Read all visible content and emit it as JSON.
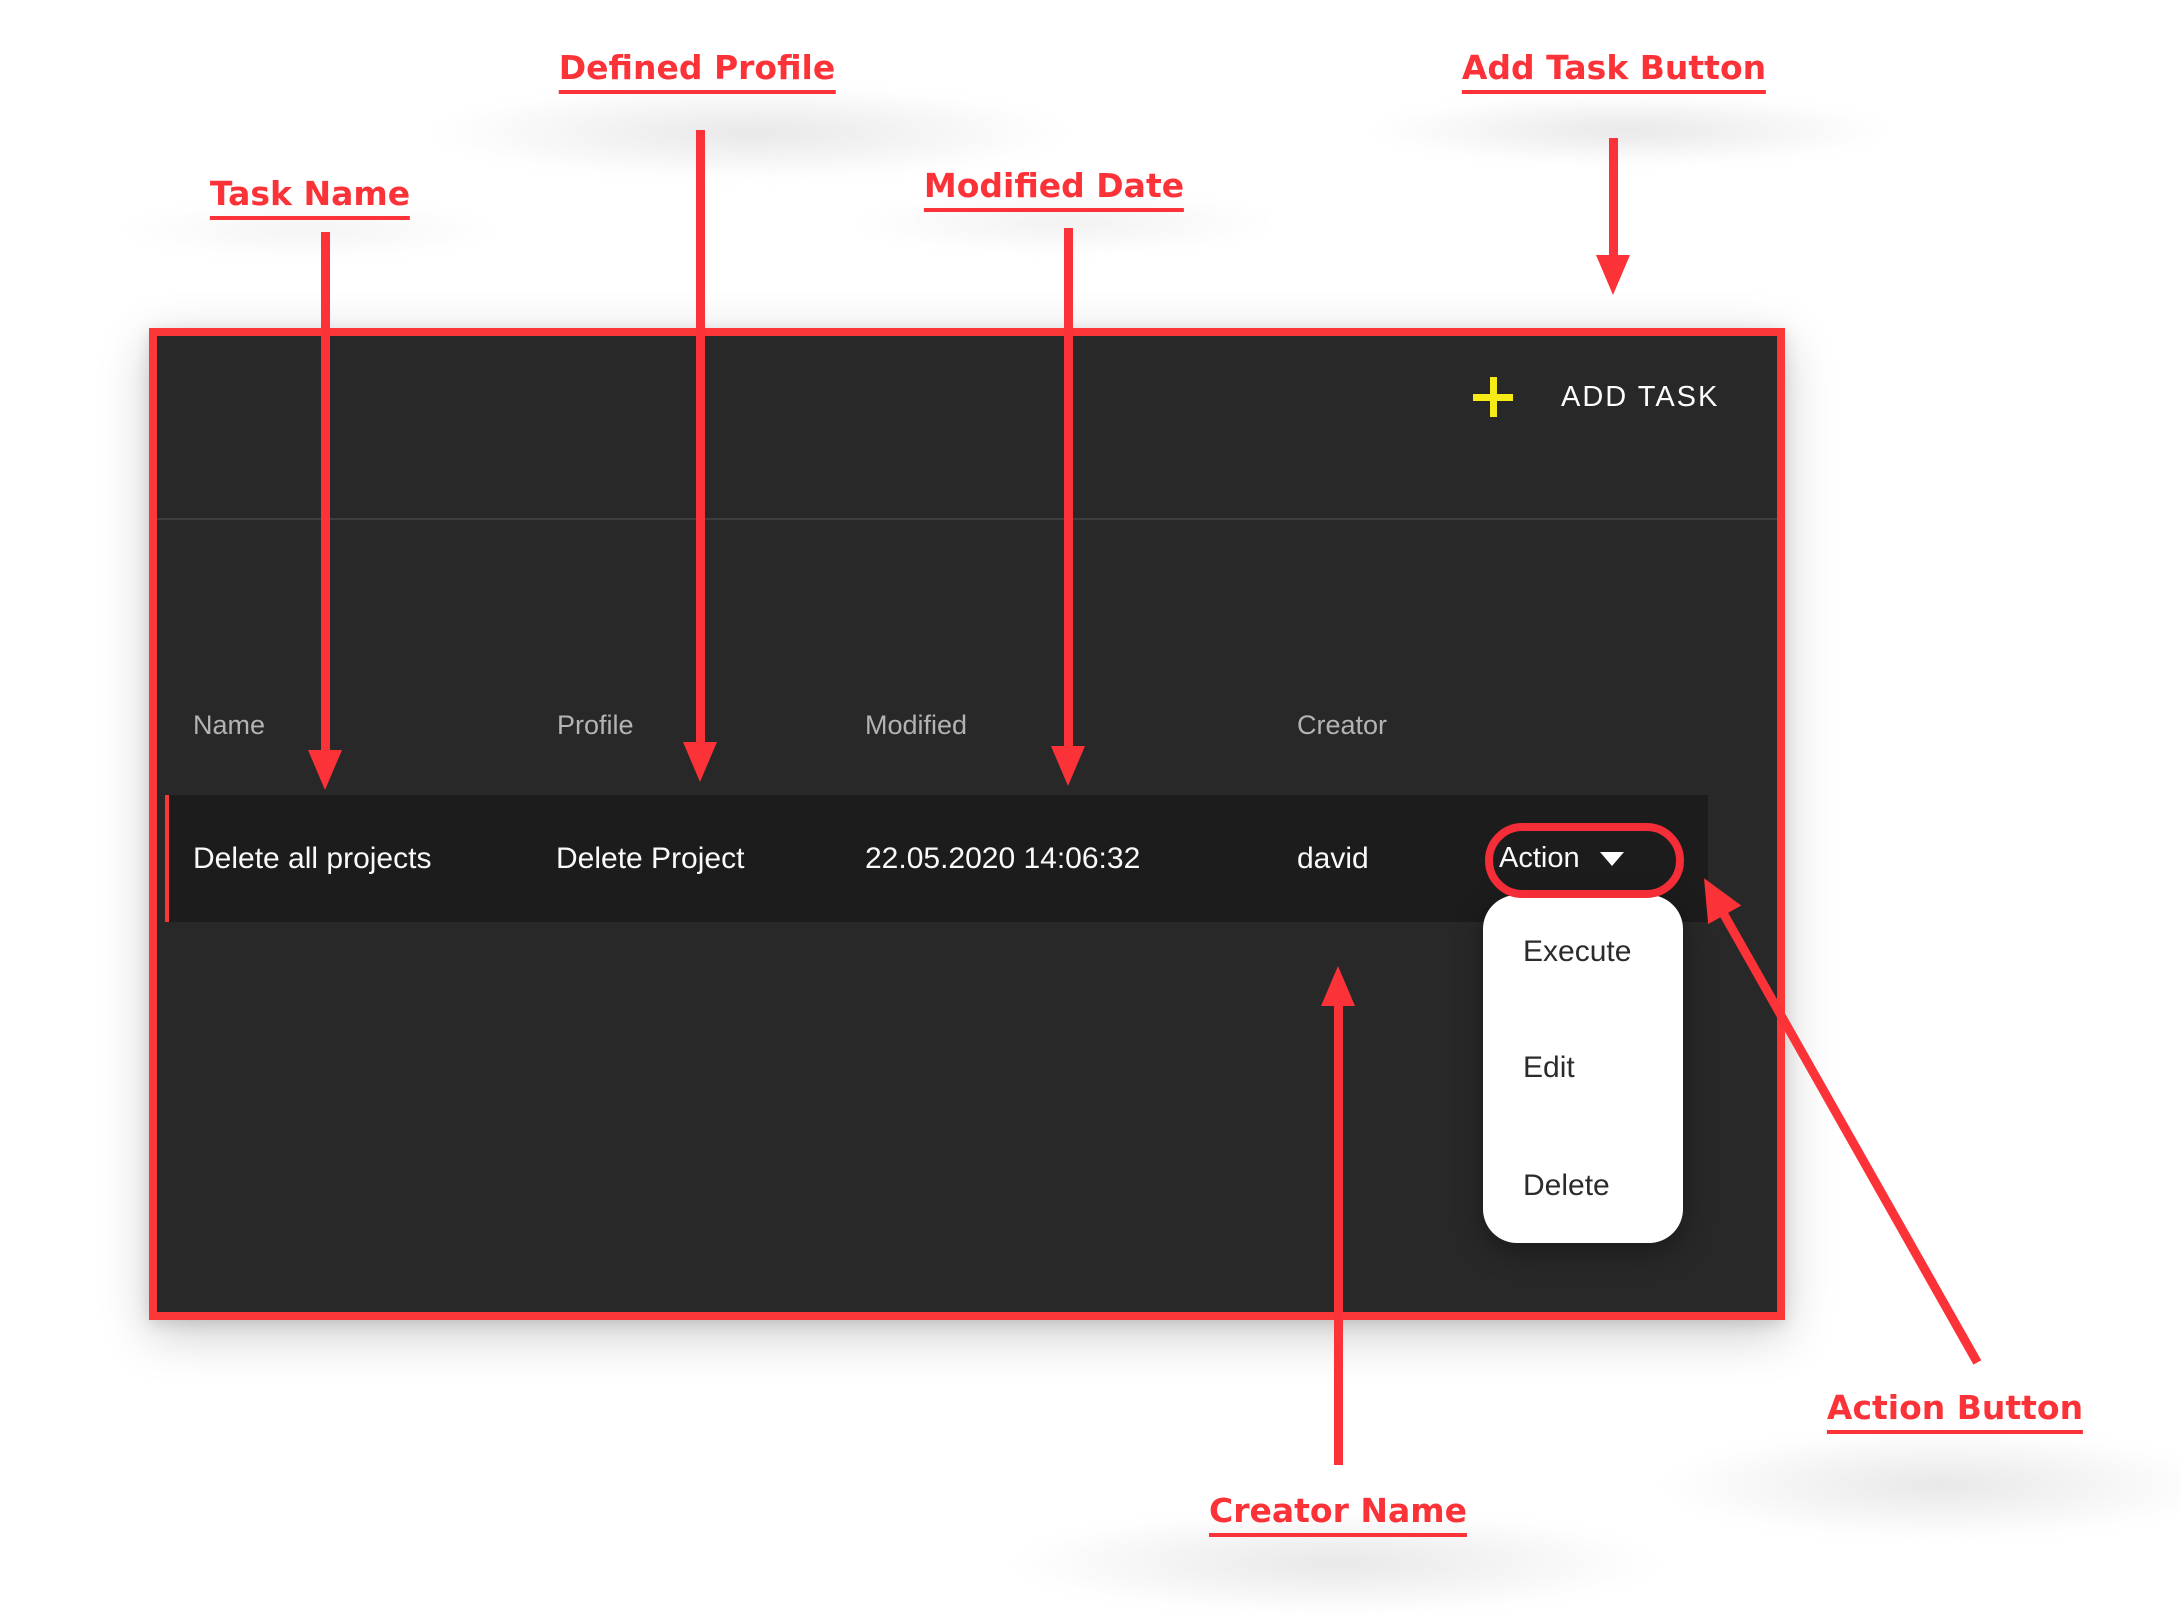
{
  "annotations": {
    "task_name": "Task Name",
    "defined_profile": "Defined Profile",
    "modified_date": "Modified Date",
    "add_task": "Add Task Button",
    "action_button": "Action Button",
    "creator_name": "Creator Name"
  },
  "toolbar": {
    "add_task_label": "ADD TASK"
  },
  "table": {
    "headers": [
      "Name",
      "Profile",
      "Modified",
      "Creator"
    ],
    "rows": [
      {
        "name": "Delete all projects",
        "profile": "Delete Project",
        "modified": "22.05.2020 14:06:32",
        "creator": "david",
        "action_label": "Action"
      }
    ]
  },
  "dropdown": {
    "items": [
      "Execute",
      "Edit",
      "Delete"
    ]
  },
  "colors": {
    "annotation_red": "#fb3237",
    "panel_border_red": "#fb3737",
    "ellipse_red": "#f52d38",
    "plus_yellow": "#f6eb16",
    "panel_bg": "#282828",
    "row_bg": "#1c1c1c",
    "header_text": "#b3b3b3",
    "row_text": "#fafafa",
    "dropdown_bg": "#ffffff",
    "dropdown_text": "#2b2b2b"
  }
}
